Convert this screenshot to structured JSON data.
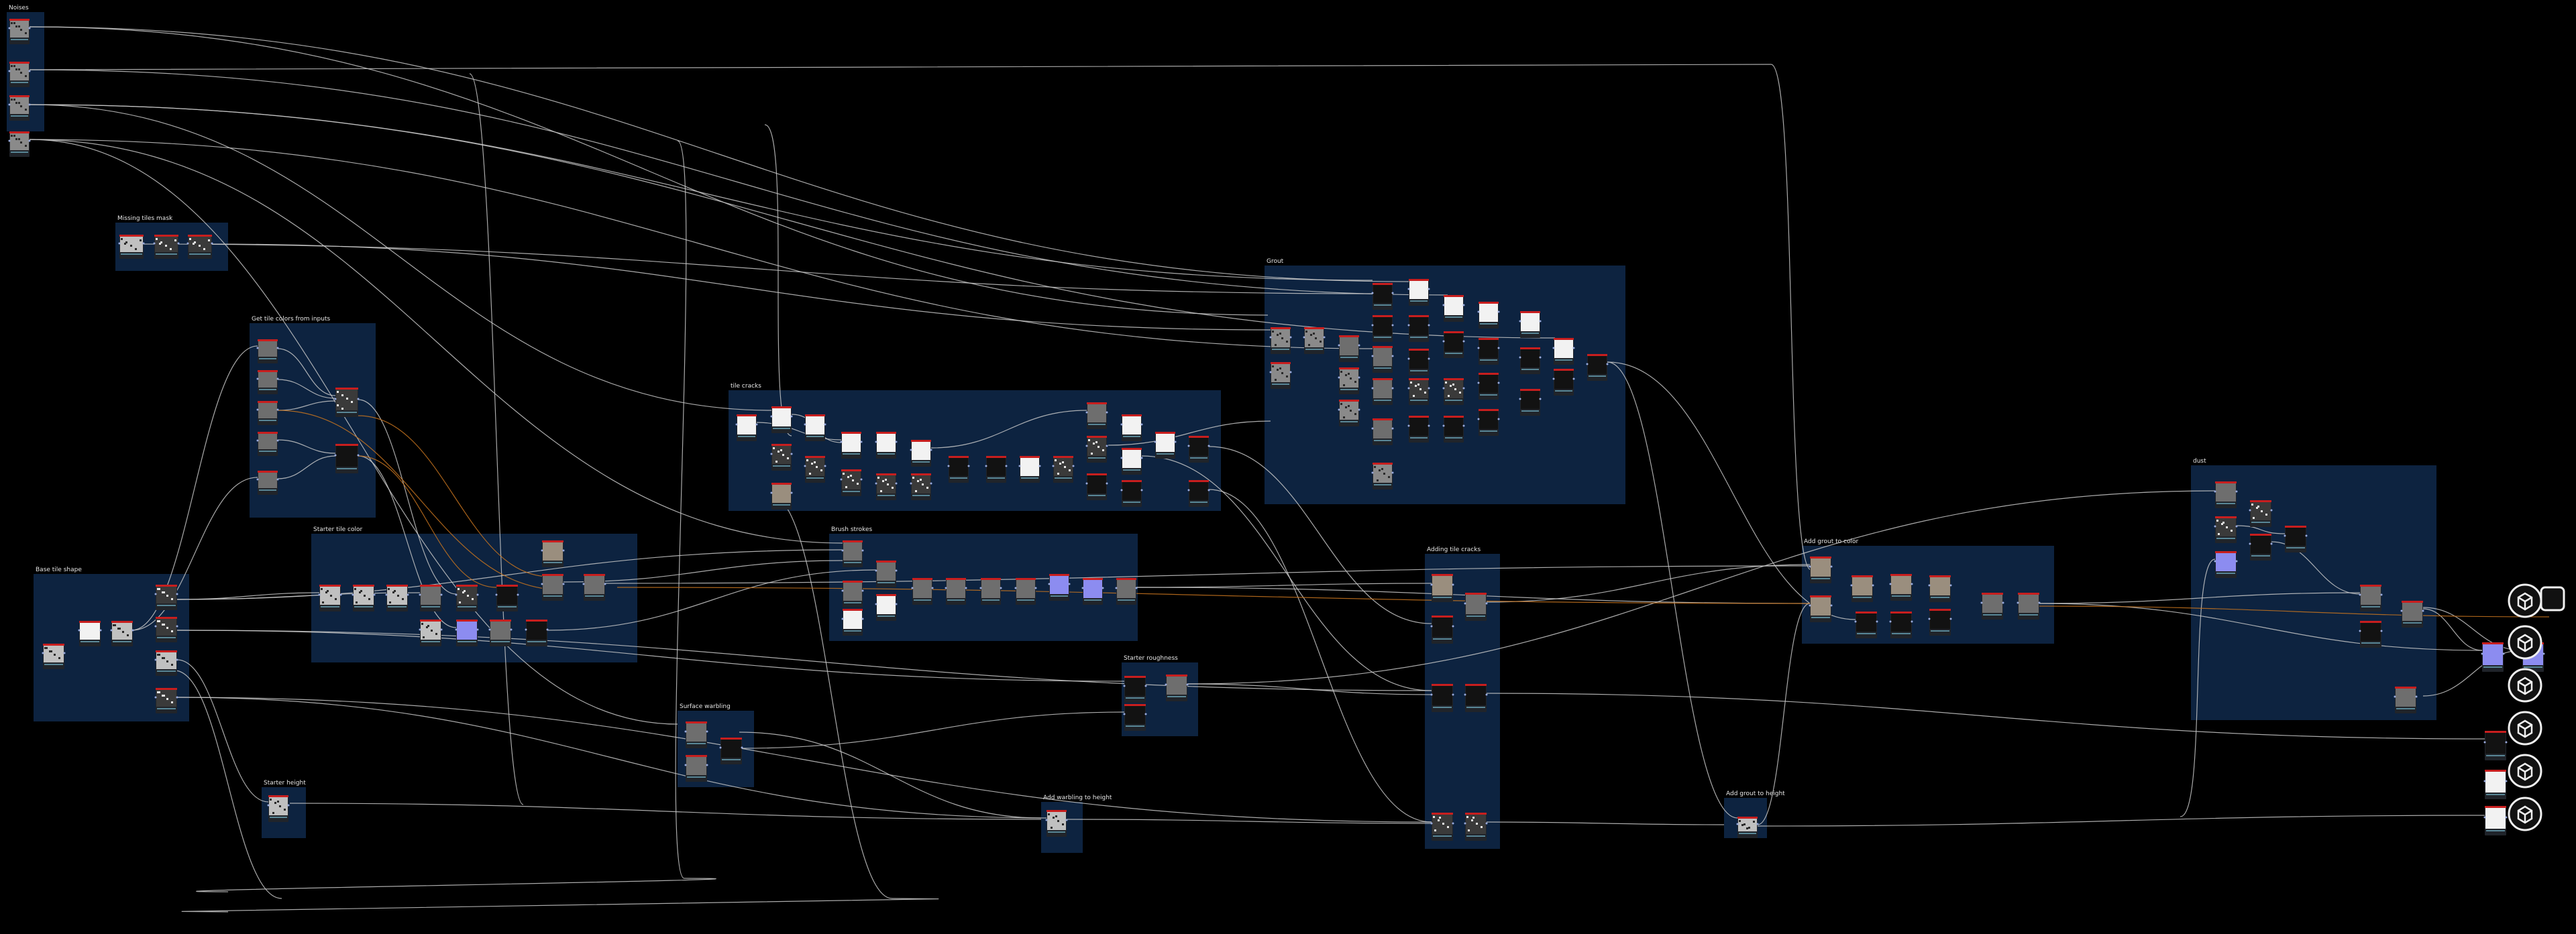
{
  "window": {
    "title": ""
  },
  "colors": {
    "background": "#000000",
    "frame_fill": "#0d2340",
    "wire": "#c8c8c8",
    "wire_orange": "#c8741e",
    "node_header": "#c81e1e",
    "node_header_alt": "#3c6e3c",
    "node_body": "#20242a",
    "pin_label": "#7fc8e0",
    "output_icon": "#f0f0f0"
  },
  "frames": [
    {
      "id": "noises",
      "label": "Noises"
    },
    {
      "id": "missing-tiles-mask",
      "label": "Missing tiles mask"
    },
    {
      "id": "get-tile-colors",
      "label": "Get tile colors from inputs"
    },
    {
      "id": "base-tile-shape",
      "label": "Base tile shape"
    },
    {
      "id": "starter-tile-color",
      "label": "Starter tile color"
    },
    {
      "id": "tile-cracks",
      "label": "tile cracks"
    },
    {
      "id": "brush-strokes",
      "label": "Brush strokes"
    },
    {
      "id": "grout",
      "label": "Grout"
    },
    {
      "id": "adding-tile-cracks",
      "label": "Adding tile cracks"
    },
    {
      "id": "starter-roughness",
      "label": "Starter roughness"
    },
    {
      "id": "surface-warbling",
      "label": "Surface warbling"
    },
    {
      "id": "starter-height",
      "label": "Starter height"
    },
    {
      "id": "add-warbling-to-height",
      "label": "Add warbling to height"
    },
    {
      "id": "add-grout-to-color",
      "label": "Add grout to color"
    },
    {
      "id": "add-grout-to-height",
      "label": "Add grout to height"
    },
    {
      "id": "dust",
      "label": "dust"
    }
  ],
  "outputs": [
    {
      "icon": "output-node-icon"
    },
    {
      "icon": "output-node-icon"
    },
    {
      "icon": "output-node-icon"
    },
    {
      "icon": "output-node-icon"
    },
    {
      "icon": "output-node-icon"
    },
    {
      "icon": "output-node-icon"
    }
  ]
}
